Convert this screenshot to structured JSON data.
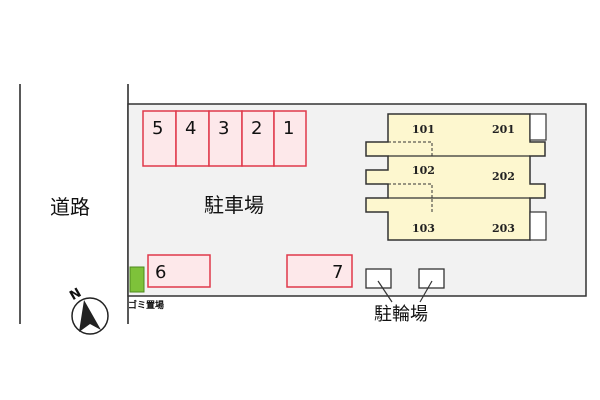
{
  "road_label": "道路",
  "parking_label": "駐車場",
  "bike_parking_label": "駐輪場",
  "garbage_label": "ゴミ置場",
  "compass_label": "N",
  "parking_spaces": [
    "5",
    "4",
    "3",
    "2",
    "1",
    "6",
    "7"
  ],
  "units": [
    "101",
    "201",
    "102",
    "202",
    "103",
    "203"
  ],
  "colors": {
    "parking_fill": "#fde8ea",
    "parking_stroke": "#e0394b",
    "building_fill": "#fdf7cf",
    "garbage_fill": "#7ec23a",
    "lot_fill": "#f2f2f2"
  }
}
